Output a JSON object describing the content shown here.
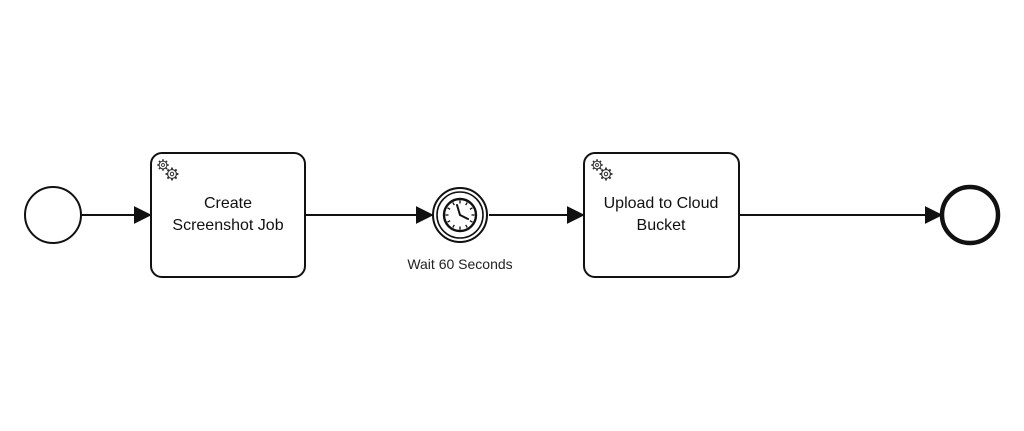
{
  "diagram": {
    "start_event": {
      "type": "start-event"
    },
    "tasks": [
      {
        "line1": "Create",
        "line2": "Screenshot Job",
        "icon": "gear-icon",
        "task_type": "service-task"
      },
      {
        "line1": "Upload to Cloud",
        "line2": "Bucket",
        "icon": "gear-icon",
        "task_type": "service-task"
      }
    ],
    "timer_event": {
      "label": "Wait 60 Seconds",
      "icon": "clock-icon",
      "type": "intermediate-timer-event"
    },
    "end_event": {
      "type": "end-event"
    },
    "flow_order": [
      "start-event",
      "task-create-screenshot-job",
      "timer-event-wait",
      "task-upload-to-cloud-bucket",
      "end-event"
    ],
    "colors": {
      "stroke": "#111111",
      "fill": "#ffffff",
      "text": "#111111"
    }
  }
}
